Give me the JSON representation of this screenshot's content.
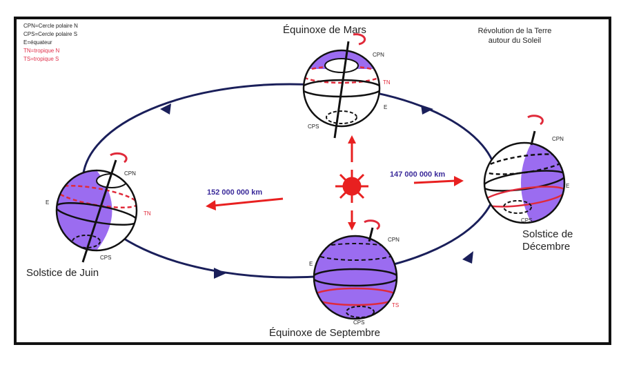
{
  "title": {
    "line1": "Révolution de la Terre",
    "line2": "autour du Soleil"
  },
  "legend": [
    {
      "text": "CPN=Cercle polaire N",
      "color": "#222222"
    },
    {
      "text": "CPS=Cercle polaire S",
      "color": "#222222"
    },
    {
      "text": "E=équateur",
      "color": "#222222"
    },
    {
      "text": "TN=tropique N",
      "color": "#e0304a"
    },
    {
      "text": "TS=tropique S",
      "color": "#e0304a"
    }
  ],
  "seasons": {
    "mars": "Équinoxe de Mars",
    "juin": "Solstice de Juin",
    "septembre": "Équinoxe de Septembre",
    "decembre_1": "Solstice de",
    "decembre_2": "Décembre"
  },
  "distances": {
    "aphelion": "152 000 000 km",
    "perihelion": "147 000 000 km"
  },
  "globe_labels": {
    "cpn": "CPN",
    "cps": "CPS",
    "e": "E",
    "tn": "TN",
    "ts": "TS"
  },
  "colors": {
    "orbit": "#1a1f5a",
    "sun": "#e82020",
    "night": "#9b6cf0",
    "tropic": "#e02a3a"
  }
}
